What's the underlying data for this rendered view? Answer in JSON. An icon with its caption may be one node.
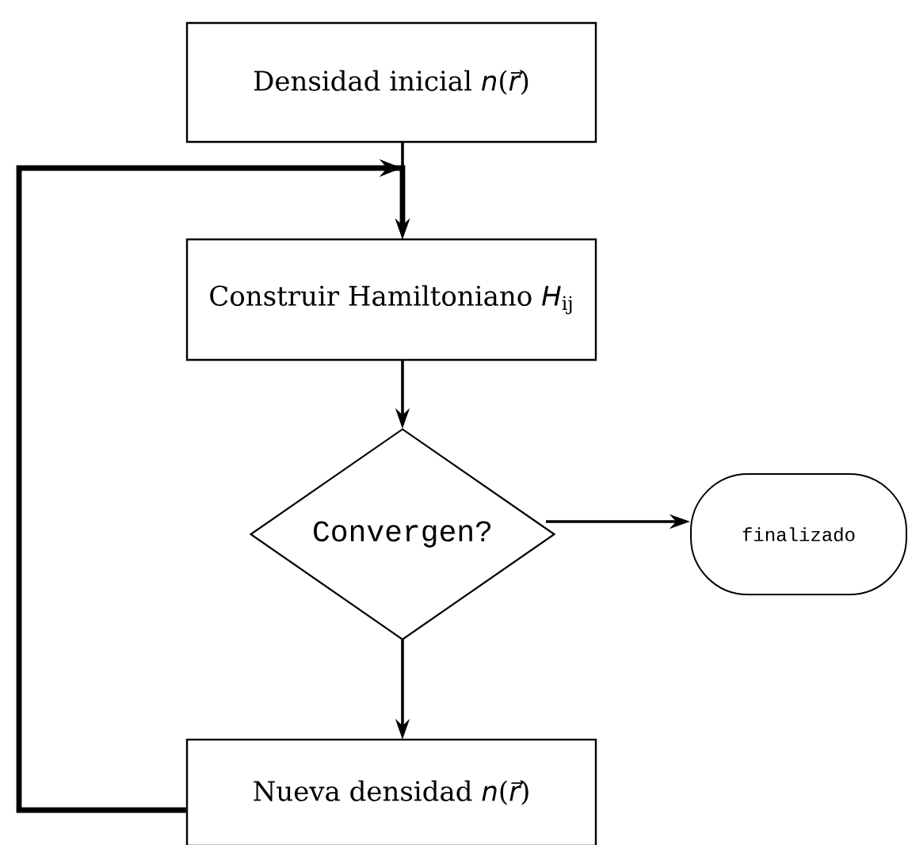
{
  "diagram": {
    "nodes": [
      {
        "text": [
          "Densidad inicial *n*(*r⃗*)"
        ]
      },
      {
        "text": [
          "Construir Hamiltoniano *H*$_{ij}$"
        ]
      },
      {
        "text": [
          "Convergen?"
        ]
      },
      {
        "text": [
          "finalizado"
        ]
      },
      {
        "text": [
          "Nueva densidad *n*(*r⃗*)"
        ]
      }
    ],
    "edges": [
      {
        "from": 0,
        "to": 1,
        "arrow": "to"
      },
      {
        "from": 1,
        "to": 2,
        "arrow": "to"
      },
      {
        "from": 2,
        "to": 3,
        "arrow": "to"
      },
      {
        "from": 2,
        "to": 4,
        "arrow": "to"
      },
      {
        "from": 4,
        "to": 1,
        "arrow": "to",
        "style": "thick"
      }
    ]
  }
}
